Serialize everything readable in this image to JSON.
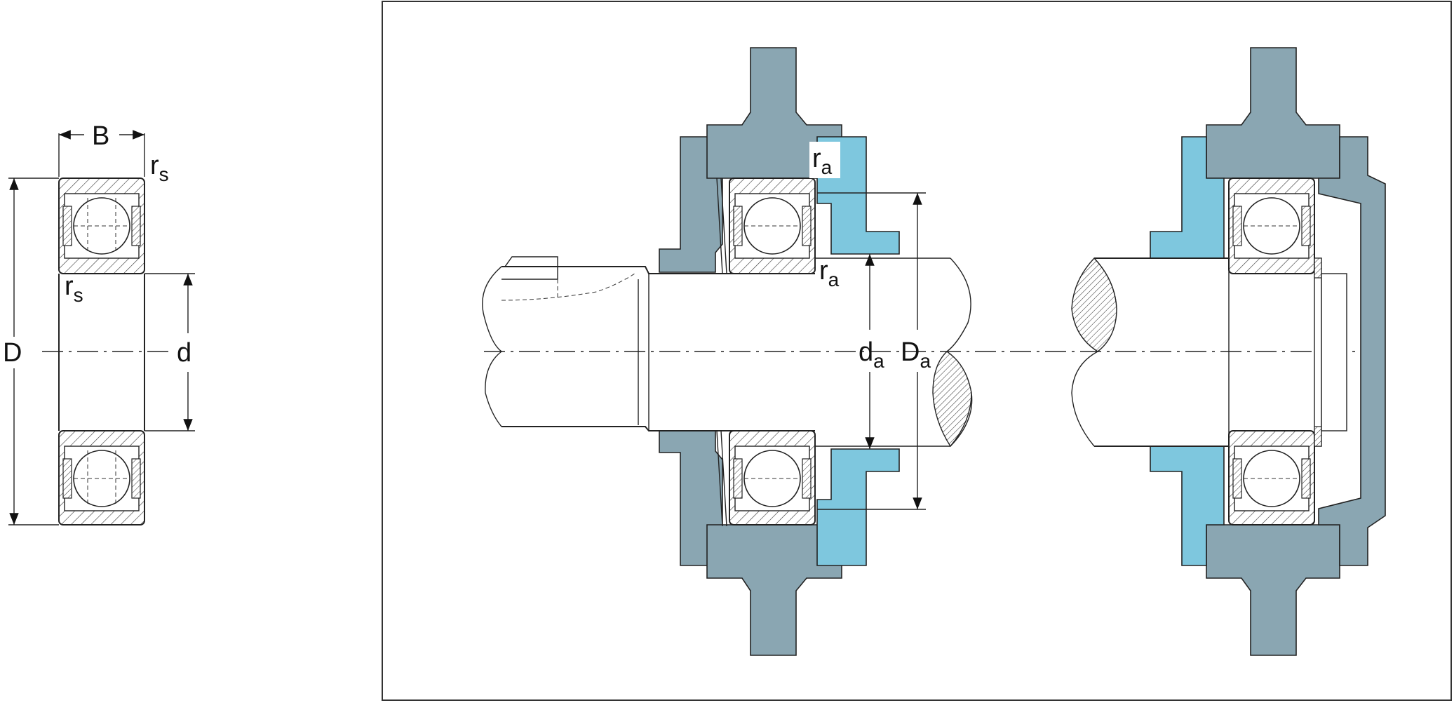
{
  "labels": {
    "B": "B",
    "D": "D",
    "d": "d",
    "r": "r",
    "s": "s",
    "a": "a",
    "D_upper": "D",
    "d_lower": "d"
  },
  "colors": {
    "housing": "#8aa6b2",
    "spacer": "#7ec7de",
    "outline": "#222222",
    "frame": "#333333"
  },
  "icons": [
    "ball-bearing-cross-section-icon",
    "shaft-icon",
    "housing-icon"
  ]
}
